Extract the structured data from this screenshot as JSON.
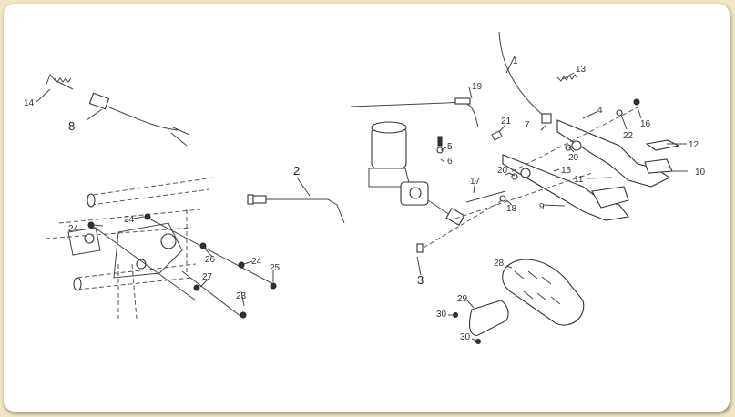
{
  "diagram": {
    "callouts": [
      "1",
      "2",
      "3",
      "4",
      "5",
      "6",
      "7",
      "8",
      "9",
      "10",
      "11",
      "12",
      "13",
      "14",
      "15",
      "16",
      "17",
      "18",
      "19",
      "20",
      "20",
      "21",
      "22",
      "23",
      "24",
      "24",
      "24",
      "25",
      "26",
      "27",
      "28",
      "29",
      "30",
      "30"
    ]
  },
  "colors": {
    "background": "#efe6c4",
    "panel": "#ffffff",
    "ink": "#333333"
  }
}
